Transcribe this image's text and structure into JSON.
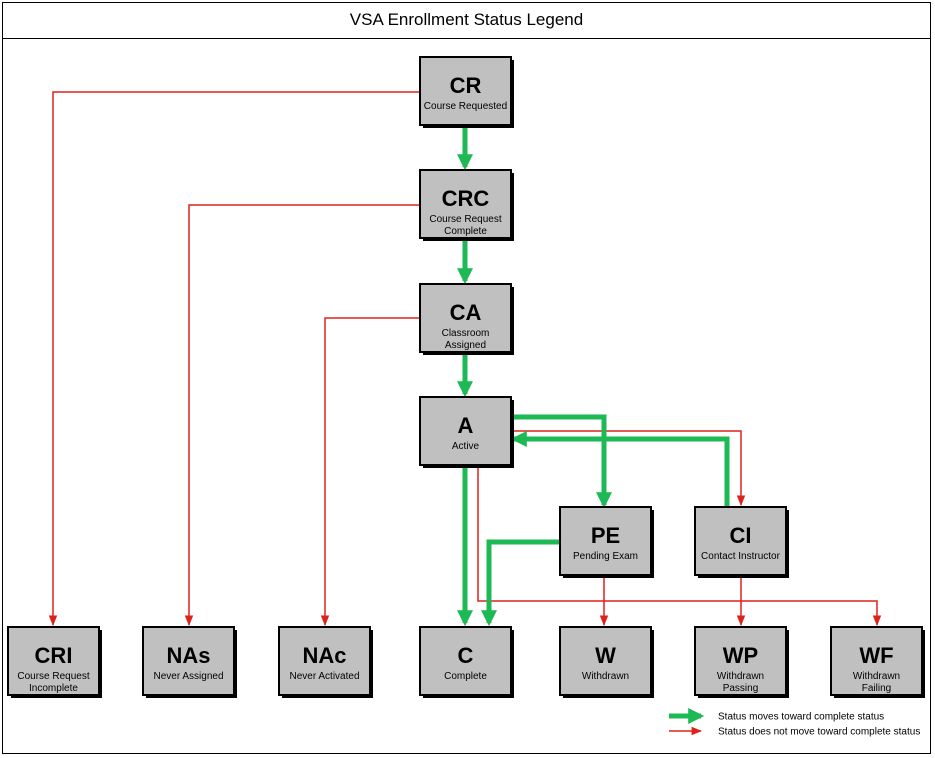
{
  "title": "VSA Enrollment Status Legend",
  "colors": {
    "green": "#1DB954",
    "red": "#E0201B",
    "box_fill": "#C0C0C0"
  },
  "nodes": [
    {
      "id": "CR",
      "code": "CR",
      "label": [
        "Course Requested"
      ]
    },
    {
      "id": "CRC",
      "code": "CRC",
      "label": [
        "Course Request",
        "Complete"
      ]
    },
    {
      "id": "CA",
      "code": "CA",
      "label": [
        "Classroom",
        "Assigned"
      ]
    },
    {
      "id": "A",
      "code": "A",
      "label": [
        "Active"
      ]
    },
    {
      "id": "PE",
      "code": "PE",
      "label": [
        "Pending Exam"
      ]
    },
    {
      "id": "CI",
      "code": "CI",
      "label": [
        "Contact Instructor"
      ]
    },
    {
      "id": "CRI",
      "code": "CRI",
      "label": [
        "Course Request",
        "Incomplete"
      ]
    },
    {
      "id": "NAs",
      "code": "NAs",
      "label": [
        "Never Assigned"
      ]
    },
    {
      "id": "NAc",
      "code": "NAc",
      "label": [
        "Never Activated"
      ]
    },
    {
      "id": "C",
      "code": "C",
      "label": [
        "Complete"
      ]
    },
    {
      "id": "W",
      "code": "W",
      "label": [
        "Withdrawn"
      ]
    },
    {
      "id": "WP",
      "code": "WP",
      "label": [
        "Withdrawn",
        "Passing"
      ]
    },
    {
      "id": "WF",
      "code": "WF",
      "label": [
        "Withdrawn",
        "Failing"
      ]
    }
  ],
  "edges": [
    {
      "from": "CR",
      "to": "CRC",
      "type": "green"
    },
    {
      "from": "CRC",
      "to": "CA",
      "type": "green"
    },
    {
      "from": "CA",
      "to": "A",
      "type": "green"
    },
    {
      "from": "A",
      "to": "PE",
      "type": "green"
    },
    {
      "from": "CI",
      "to": "A",
      "type": "green"
    },
    {
      "from": "A",
      "to": "C",
      "type": "green"
    },
    {
      "from": "PE",
      "to": "C",
      "type": "green"
    },
    {
      "from": "CR",
      "to": "CRI",
      "type": "red"
    },
    {
      "from": "CRC",
      "to": "NAs",
      "type": "red"
    },
    {
      "from": "CA",
      "to": "NAc",
      "type": "red"
    },
    {
      "from": "A",
      "to": "CI",
      "type": "red"
    },
    {
      "from": "A",
      "to": "WF",
      "type": "red"
    },
    {
      "from": "PE",
      "to": "W",
      "type": "red"
    },
    {
      "from": "CI",
      "to": "WP",
      "type": "red"
    }
  ],
  "legend": [
    {
      "type": "green",
      "label": "Status moves toward complete status"
    },
    {
      "type": "red",
      "label": "Status does not move toward complete status"
    }
  ]
}
